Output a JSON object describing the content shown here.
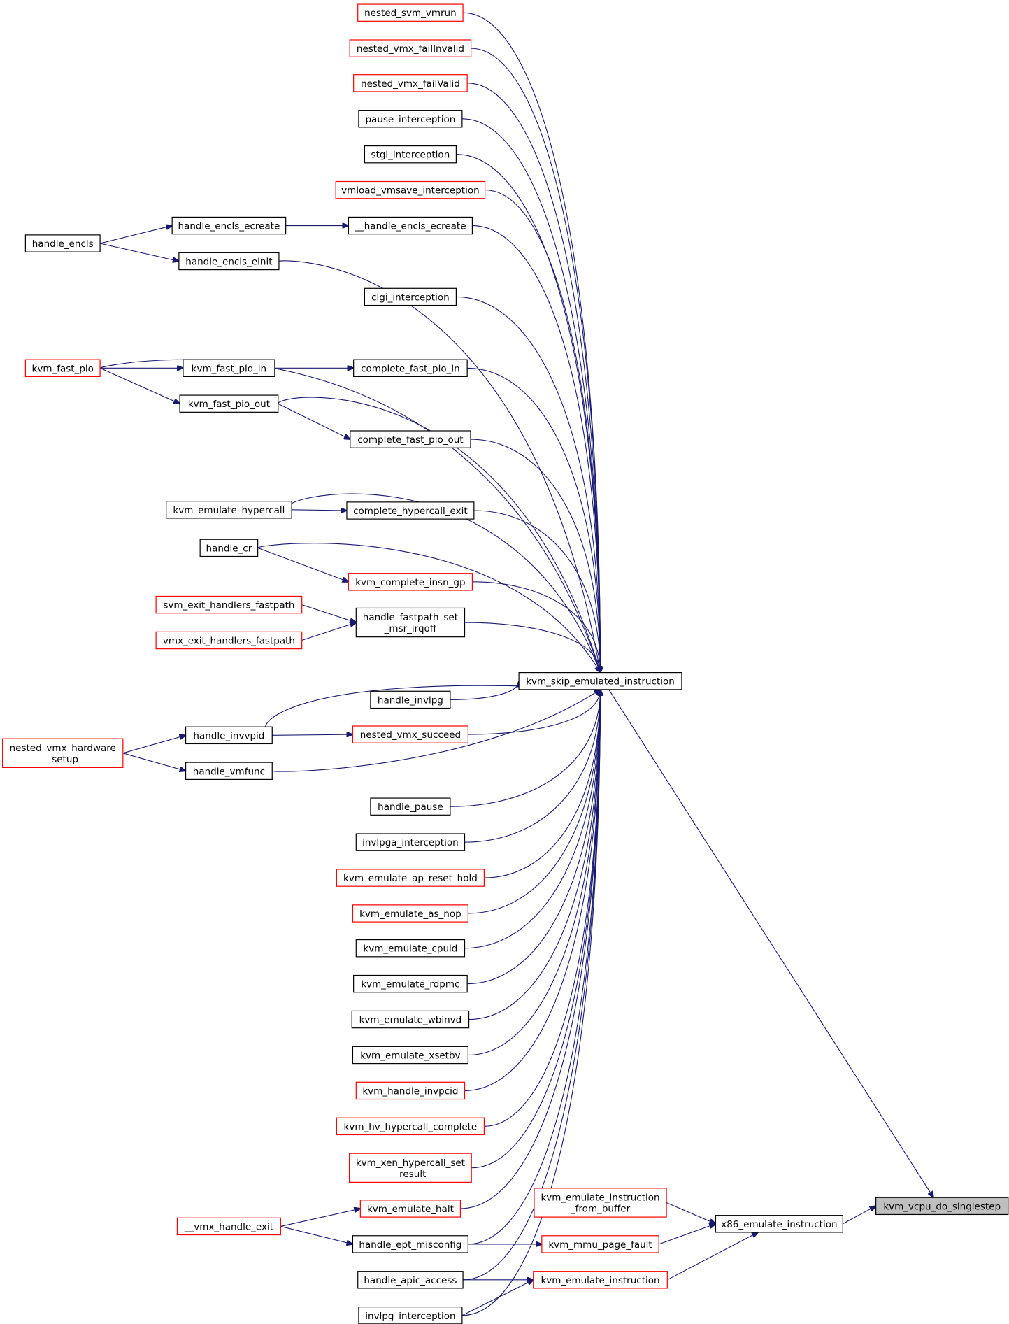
{
  "colors": {
    "edge": "#191970",
    "border_link": "#000000",
    "border_truncated": "#ff0000",
    "focus_fill": "#bfbfbf",
    "node_fill": "#ffffff"
  },
  "nodes": {
    "nested_svm_vmrun": {
      "lines": [
        "nested_svm_vmrun"
      ],
      "kind": "truncated"
    },
    "nested_vmx_failInvalid": {
      "lines": [
        "nested_vmx_failInvalid"
      ],
      "kind": "truncated"
    },
    "nested_vmx_failValid": {
      "lines": [
        "nested_vmx_failValid"
      ],
      "kind": "truncated"
    },
    "pause_interception": {
      "lines": [
        "pause_interception"
      ],
      "kind": "normal"
    },
    "stgi_interception": {
      "lines": [
        "stgi_interception"
      ],
      "kind": "normal"
    },
    "vmload_vmsave_interception": {
      "lines": [
        "vmload_vmsave_interception"
      ],
      "kind": "truncated"
    },
    "handle_encls": {
      "lines": [
        "handle_encls"
      ],
      "kind": "normal"
    },
    "handle_encls_ecreate": {
      "lines": [
        "handle_encls_ecreate"
      ],
      "kind": "normal"
    },
    "__handle_encls_ecreate": {
      "lines": [
        "__handle_encls_ecreate"
      ],
      "kind": "normal"
    },
    "handle_encls_einit": {
      "lines": [
        "handle_encls_einit"
      ],
      "kind": "normal"
    },
    "clgi_interception": {
      "lines": [
        "clgi_interception"
      ],
      "kind": "normal"
    },
    "kvm_fast_pio": {
      "lines": [
        "kvm_fast_pio"
      ],
      "kind": "truncated"
    },
    "kvm_fast_pio_in": {
      "lines": [
        "kvm_fast_pio_in"
      ],
      "kind": "normal"
    },
    "complete_fast_pio_in": {
      "lines": [
        "complete_fast_pio_in"
      ],
      "kind": "normal"
    },
    "kvm_fast_pio_out": {
      "lines": [
        "kvm_fast_pio_out"
      ],
      "kind": "normal"
    },
    "complete_fast_pio_out": {
      "lines": [
        "complete_fast_pio_out"
      ],
      "kind": "normal"
    },
    "kvm_emulate_hypercall": {
      "lines": [
        "kvm_emulate_hypercall"
      ],
      "kind": "normal"
    },
    "complete_hypercall_exit": {
      "lines": [
        "complete_hypercall_exit"
      ],
      "kind": "normal"
    },
    "handle_cr": {
      "lines": [
        "handle_cr"
      ],
      "kind": "normal"
    },
    "kvm_complete_insn_gp": {
      "lines": [
        "kvm_complete_insn_gp"
      ],
      "kind": "truncated"
    },
    "svm_exit_handlers_fastpath": {
      "lines": [
        "svm_exit_handlers_fastpath"
      ],
      "kind": "truncated"
    },
    "vmx_exit_handlers_fastpath": {
      "lines": [
        "vmx_exit_handlers_fastpath"
      ],
      "kind": "truncated"
    },
    "handle_fastpath_set_msr_irqoff": {
      "lines": [
        "handle_fastpath_set",
        "_msr_irqoff"
      ],
      "kind": "normal"
    },
    "kvm_skip_emulated_instruction": {
      "lines": [
        "kvm_skip_emulated_instruction"
      ],
      "kind": "normal"
    },
    "handle_invlpg": {
      "lines": [
        "handle_invlpg"
      ],
      "kind": "normal"
    },
    "nested_vmx_hardware_setup": {
      "lines": [
        "nested_vmx_hardware",
        "_setup"
      ],
      "kind": "truncated"
    },
    "handle_invvpid": {
      "lines": [
        "handle_invvpid"
      ],
      "kind": "normal"
    },
    "nested_vmx_succeed": {
      "lines": [
        "nested_vmx_succeed"
      ],
      "kind": "truncated"
    },
    "handle_vmfunc": {
      "lines": [
        "handle_vmfunc"
      ],
      "kind": "normal"
    },
    "handle_pause": {
      "lines": [
        "handle_pause"
      ],
      "kind": "normal"
    },
    "invlpga_interception": {
      "lines": [
        "invlpga_interception"
      ],
      "kind": "normal"
    },
    "kvm_emulate_ap_reset_hold": {
      "lines": [
        "kvm_emulate_ap_reset_hold"
      ],
      "kind": "truncated"
    },
    "kvm_emulate_as_nop": {
      "lines": [
        "kvm_emulate_as_nop"
      ],
      "kind": "truncated"
    },
    "kvm_emulate_cpuid": {
      "lines": [
        "kvm_emulate_cpuid"
      ],
      "kind": "normal"
    },
    "kvm_emulate_rdpmc": {
      "lines": [
        "kvm_emulate_rdpmc"
      ],
      "kind": "normal"
    },
    "kvm_emulate_wbinvd": {
      "lines": [
        "kvm_emulate_wbinvd"
      ],
      "kind": "normal"
    },
    "kvm_emulate_xsetbv": {
      "lines": [
        "kvm_emulate_xsetbv"
      ],
      "kind": "normal"
    },
    "kvm_handle_invpcid": {
      "lines": [
        "kvm_handle_invpcid"
      ],
      "kind": "truncated"
    },
    "kvm_hv_hypercall_complete": {
      "lines": [
        "kvm_hv_hypercall_complete"
      ],
      "kind": "truncated"
    },
    "kvm_xen_hypercall_set_result": {
      "lines": [
        "kvm_xen_hypercall_set",
        "_result"
      ],
      "kind": "truncated"
    },
    "kvm_emulate_halt": {
      "lines": [
        "kvm_emulate_halt"
      ],
      "kind": "truncated"
    },
    "__vmx_handle_exit": {
      "lines": [
        "__vmx_handle_exit"
      ],
      "kind": "truncated"
    },
    "handle_ept_misconfig": {
      "lines": [
        "handle_ept_misconfig"
      ],
      "kind": "normal"
    },
    "handle_apic_access": {
      "lines": [
        "handle_apic_access"
      ],
      "kind": "normal"
    },
    "invlpg_interception": {
      "lines": [
        "invlpg_interception"
      ],
      "kind": "normal"
    },
    "kvm_emulate_instruction_from_buffer": {
      "lines": [
        "kvm_emulate_instruction",
        "_from_buffer"
      ],
      "kind": "truncated"
    },
    "kvm_mmu_page_fault": {
      "lines": [
        "kvm_mmu_page_fault"
      ],
      "kind": "truncated"
    },
    "kvm_emulate_instruction": {
      "lines": [
        "kvm_emulate_instruction"
      ],
      "kind": "truncated"
    },
    "x86_emulate_instruction": {
      "lines": [
        "x86_emulate_instruction"
      ],
      "kind": "normal"
    },
    "kvm_vcpu_do_singlestep": {
      "lines": [
        "kvm_vcpu_do_singlestep"
      ],
      "kind": "focus"
    }
  },
  "edges": [
    [
      "nested_svm_vmrun",
      "kvm_skip_emulated_instruction"
    ],
    [
      "nested_vmx_failInvalid",
      "kvm_skip_emulated_instruction"
    ],
    [
      "nested_vmx_failValid",
      "kvm_skip_emulated_instruction"
    ],
    [
      "pause_interception",
      "kvm_skip_emulated_instruction"
    ],
    [
      "stgi_interception",
      "kvm_skip_emulated_instruction"
    ],
    [
      "vmload_vmsave_interception",
      "kvm_skip_emulated_instruction"
    ],
    [
      "handle_encls",
      "handle_encls_ecreate"
    ],
    [
      "handle_encls",
      "handle_encls_einit"
    ],
    [
      "handle_encls_ecreate",
      "__handle_encls_ecreate"
    ],
    [
      "__handle_encls_ecreate",
      "kvm_skip_emulated_instruction"
    ],
    [
      "handle_encls_einit",
      "kvm_skip_emulated_instruction"
    ],
    [
      "clgi_interception",
      "kvm_skip_emulated_instruction"
    ],
    [
      "kvm_fast_pio",
      "kvm_skip_emulated_instruction"
    ],
    [
      "kvm_fast_pio",
      "kvm_fast_pio_in"
    ],
    [
      "kvm_fast_pio",
      "kvm_fast_pio_out"
    ],
    [
      "kvm_fast_pio_in",
      "complete_fast_pio_in"
    ],
    [
      "complete_fast_pio_in",
      "kvm_skip_emulated_instruction"
    ],
    [
      "kvm_fast_pio_out",
      "kvm_skip_emulated_instruction"
    ],
    [
      "kvm_fast_pio_out",
      "complete_fast_pio_out"
    ],
    [
      "complete_fast_pio_out",
      "kvm_skip_emulated_instruction"
    ],
    [
      "kvm_emulate_hypercall",
      "kvm_skip_emulated_instruction"
    ],
    [
      "kvm_emulate_hypercall",
      "complete_hypercall_exit"
    ],
    [
      "complete_hypercall_exit",
      "kvm_skip_emulated_instruction"
    ],
    [
      "handle_cr",
      "kvm_skip_emulated_instruction"
    ],
    [
      "handle_cr",
      "kvm_complete_insn_gp"
    ],
    [
      "kvm_complete_insn_gp",
      "kvm_skip_emulated_instruction"
    ],
    [
      "svm_exit_handlers_fastpath",
      "handle_fastpath_set_msr_irqoff"
    ],
    [
      "vmx_exit_handlers_fastpath",
      "handle_fastpath_set_msr_irqoff"
    ],
    [
      "handle_fastpath_set_msr_irqoff",
      "kvm_skip_emulated_instruction"
    ],
    [
      "kvm_skip_emulated_instruction",
      "kvm_vcpu_do_singlestep"
    ],
    [
      "handle_invlpg",
      "kvm_skip_emulated_instruction"
    ],
    [
      "nested_vmx_hardware_setup",
      "handle_invvpid"
    ],
    [
      "nested_vmx_hardware_setup",
      "handle_vmfunc"
    ],
    [
      "handle_invvpid",
      "kvm_skip_emulated_instruction"
    ],
    [
      "handle_invvpid",
      "nested_vmx_succeed"
    ],
    [
      "nested_vmx_succeed",
      "kvm_skip_emulated_instruction"
    ],
    [
      "handle_vmfunc",
      "kvm_skip_emulated_instruction"
    ],
    [
      "handle_pause",
      "kvm_skip_emulated_instruction"
    ],
    [
      "invlpga_interception",
      "kvm_skip_emulated_instruction"
    ],
    [
      "kvm_emulate_ap_reset_hold",
      "kvm_skip_emulated_instruction"
    ],
    [
      "kvm_emulate_as_nop",
      "kvm_skip_emulated_instruction"
    ],
    [
      "kvm_emulate_cpuid",
      "kvm_skip_emulated_instruction"
    ],
    [
      "kvm_emulate_rdpmc",
      "kvm_skip_emulated_instruction"
    ],
    [
      "kvm_emulate_wbinvd",
      "kvm_skip_emulated_instruction"
    ],
    [
      "kvm_emulate_xsetbv",
      "kvm_skip_emulated_instruction"
    ],
    [
      "kvm_handle_invpcid",
      "kvm_skip_emulated_instruction"
    ],
    [
      "kvm_hv_hypercall_complete",
      "kvm_skip_emulated_instruction"
    ],
    [
      "kvm_xen_hypercall_set_result",
      "kvm_skip_emulated_instruction"
    ],
    [
      "kvm_emulate_halt",
      "kvm_skip_emulated_instruction"
    ],
    [
      "__vmx_handle_exit",
      "kvm_emulate_halt"
    ],
    [
      "__vmx_handle_exit",
      "handle_ept_misconfig"
    ],
    [
      "handle_ept_misconfig",
      "kvm_skip_emulated_instruction"
    ],
    [
      "handle_ept_misconfig",
      "kvm_mmu_page_fault"
    ],
    [
      "handle_apic_access",
      "kvm_skip_emulated_instruction"
    ],
    [
      "handle_apic_access",
      "kvm_emulate_instruction"
    ],
    [
      "invlpg_interception",
      "kvm_skip_emulated_instruction"
    ],
    [
      "invlpg_interception",
      "kvm_emulate_instruction"
    ],
    [
      "kvm_emulate_instruction_from_buffer",
      "x86_emulate_instruction"
    ],
    [
      "kvm_mmu_page_fault",
      "x86_emulate_instruction"
    ],
    [
      "kvm_emulate_instruction",
      "x86_emulate_instruction"
    ],
    [
      "x86_emulate_instruction",
      "kvm_vcpu_do_singlestep"
    ]
  ]
}
